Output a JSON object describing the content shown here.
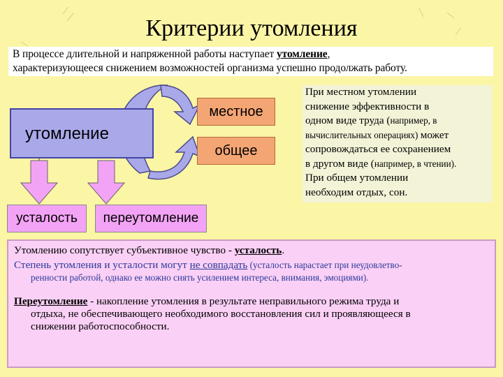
{
  "title": "Критерии утомления",
  "intro": {
    "part1": "В процессе длительной и напряженной работы наступает ",
    "term": "утомление",
    "part2": ",",
    "line2": "характеризующееся снижением возможностей организма успешно продолжать работу."
  },
  "diagram": {
    "main": "утомление",
    "local": "местное",
    "general": "общее",
    "fatigue": "усталость",
    "overwork": "переутомление"
  },
  "side_note": {
    "l1": "При местном утомлении",
    "l2": "снижение эффективности в",
    "l3a": "одном виде труда (",
    "l3b": "например, в",
    "l4a": "вычислительных операциях) ",
    "l4b": "может",
    "l5": "сопровождаться ее сохранением",
    "l6a": "в другом виде (",
    "l6b": "например, в чтении).",
    "l7": "При общем утомлении",
    "l8": "необходим отдых, сон."
  },
  "bottom": {
    "p1a": "Утомлению сопутствует субъективное чувство - ",
    "p1b": "усталость",
    "p1c": ".",
    "p2a": "Степень утомления и усталости могут ",
    "p2b": "не совпадать",
    "p2c": " (усталость нарастает при неудовлетво-",
    "p2d": "ренности работой, однако ее можно снять усилением интереса, внимания, эмоциями).",
    "p3a": "Переутомление",
    "p3b": " - накопление утомления в результате неправильного режима труда и",
    "p3c": "отдыха, не обеспечивающего необходимого восстановления сил и проявляющееся в",
    "p3d": "снижении работоспособности."
  },
  "colors": {
    "background": "#fbf5a6",
    "main_box": "#a9a9ea",
    "orange_box": "#f4a574",
    "pink": "#f3a3f5",
    "bottom_panel": "#fbd0f6"
  }
}
